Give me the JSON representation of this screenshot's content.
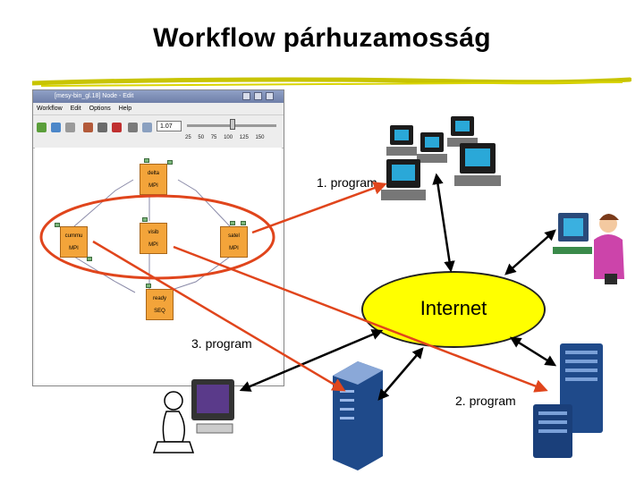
{
  "title": "Workflow párhuzamosság",
  "window": {
    "title": "[mesy-bin_gl.18] Node - Edit",
    "menu": [
      "Workflow",
      "Edit",
      "Options",
      "Help"
    ],
    "zoom_value": "1.07",
    "zoom_ticks": [
      "25",
      "50",
      "75",
      "100",
      "125",
      "150"
    ]
  },
  "nodes": [
    {
      "name": "delta",
      "type": "MPI"
    },
    {
      "name": "cummu",
      "type": "MPI"
    },
    {
      "name": "visib",
      "type": "MPI"
    },
    {
      "name": "satel",
      "type": "MPI"
    },
    {
      "name": "ready",
      "type": "SEQ"
    }
  ],
  "internet_label": "Internet",
  "program_labels": {
    "p1": "1. program",
    "p2": "2. program",
    "p3": "3. program"
  },
  "colors": {
    "node_fill": "#f3a43a",
    "internet_fill": "#ffff00",
    "program_arrow": "#e0451c",
    "title_underline": "#c8c400"
  },
  "icons": [
    "workstation-icon",
    "user-at-computer-icon",
    "server-rack-icon",
    "person-at-terminal-icon"
  ]
}
